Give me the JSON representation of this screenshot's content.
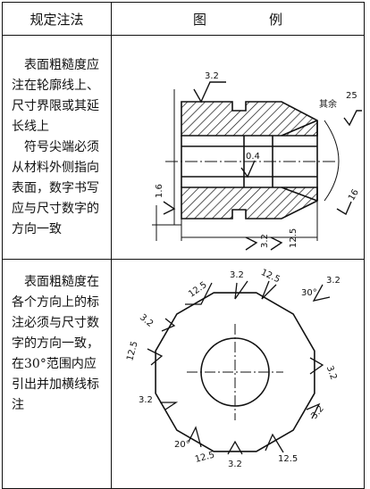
{
  "header": {
    "col1": "规定注法",
    "col2a": "图",
    "col2b": "例"
  },
  "row1": {
    "para1": "表面粗糙度应注在轮廓线上、尺寸界限或其延长线上",
    "para2": "符号尖端必须从材料外侧指向表面，数字书写应与尺寸数字的方向一致",
    "labels": {
      "top": "3.2",
      "rest_label": "其余",
      "rest_value": "25",
      "inner": "0.4",
      "left": "1.6",
      "bottom1": "3.2",
      "bottom2": "12.5",
      "right": "16"
    }
  },
  "row2": {
    "para": "表面粗糙度在各个方向上的标注必须与尺寸数字的方向一致，在30°范围内应引出并加横线标注",
    "labels": {
      "l1": "12.5",
      "l2": "3.2",
      "l3": "12.5",
      "l4": "30°",
      "l5": "3.2",
      "l6": "3.2",
      "l7": "12.5",
      "l8": "3.2",
      "l9": "3.2",
      "l10": "20°",
      "l11": "12.5",
      "l12": "3.2",
      "l13": "12.5",
      "l14": "3.2"
    }
  }
}
